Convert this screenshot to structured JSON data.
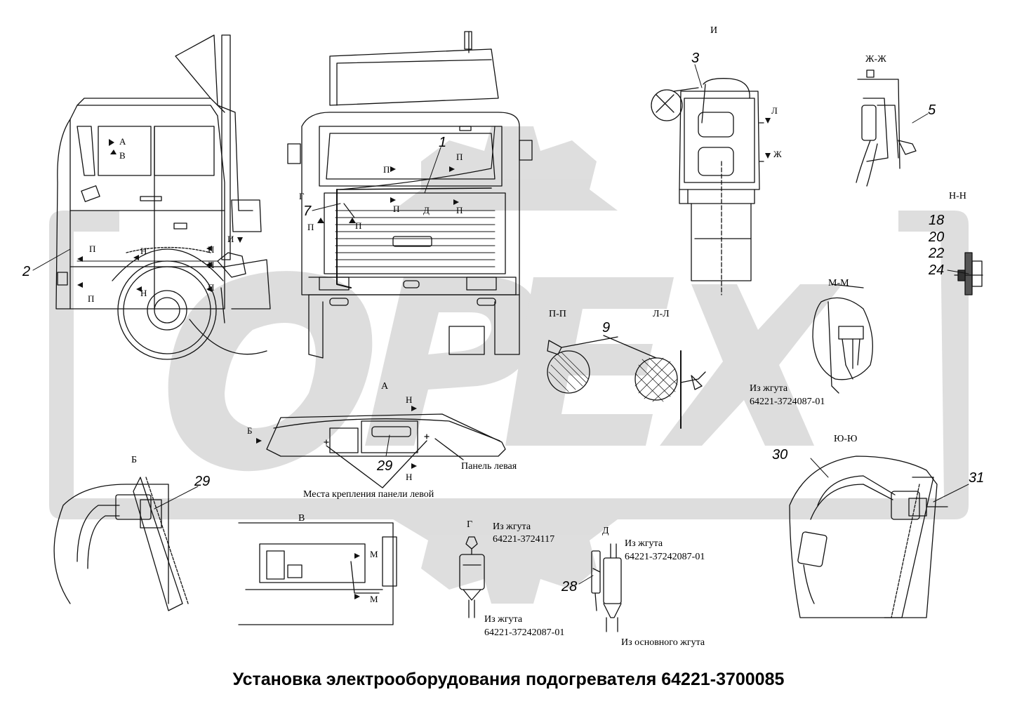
{
  "title": "Установка электрооборудования подогревателя 64221-3700085",
  "watermark": {
    "brand": "OPEX",
    "color": "#d9d9d9"
  },
  "views": {
    "I": "И",
    "ZhZh": "Ж-Ж",
    "NN": "Н-Н",
    "MM": "М-М",
    "PP": "П-П",
    "LL": "Л-Л",
    "A": "А",
    "B": "Б",
    "V": "В",
    "G": "Г",
    "D": "Д",
    "YuYu": "Ю-Ю"
  },
  "view_marks": {
    "A1": "А",
    "V1": "В",
    "P": "П",
    "N": "Н",
    "I": "И",
    "G": "Г",
    "D": "Д",
    "L": "Л",
    "Zh": "Ж",
    "M": "М",
    "B": "Б"
  },
  "callouts": [
    "1",
    "2",
    "3",
    "5",
    "7",
    "9",
    "18",
    "20",
    "22",
    "24",
    "28",
    "29",
    "29",
    "30",
    "31"
  ],
  "notes": {
    "from_harness_mm": "Из жгута",
    "harness_mm": "64221-3724087-01",
    "panel_left": "Панель левая",
    "mount_points": "Места крепления панели левой",
    "g_from": "Из жгута",
    "g_harness_top": "64221-3724117",
    "g_from2": "Из жгута",
    "g_harness_bottom": "64221-37242087-01",
    "d_from": "Из жгута",
    "d_harness": "64221-37242087-01",
    "d_main": "Из основного жгута"
  }
}
